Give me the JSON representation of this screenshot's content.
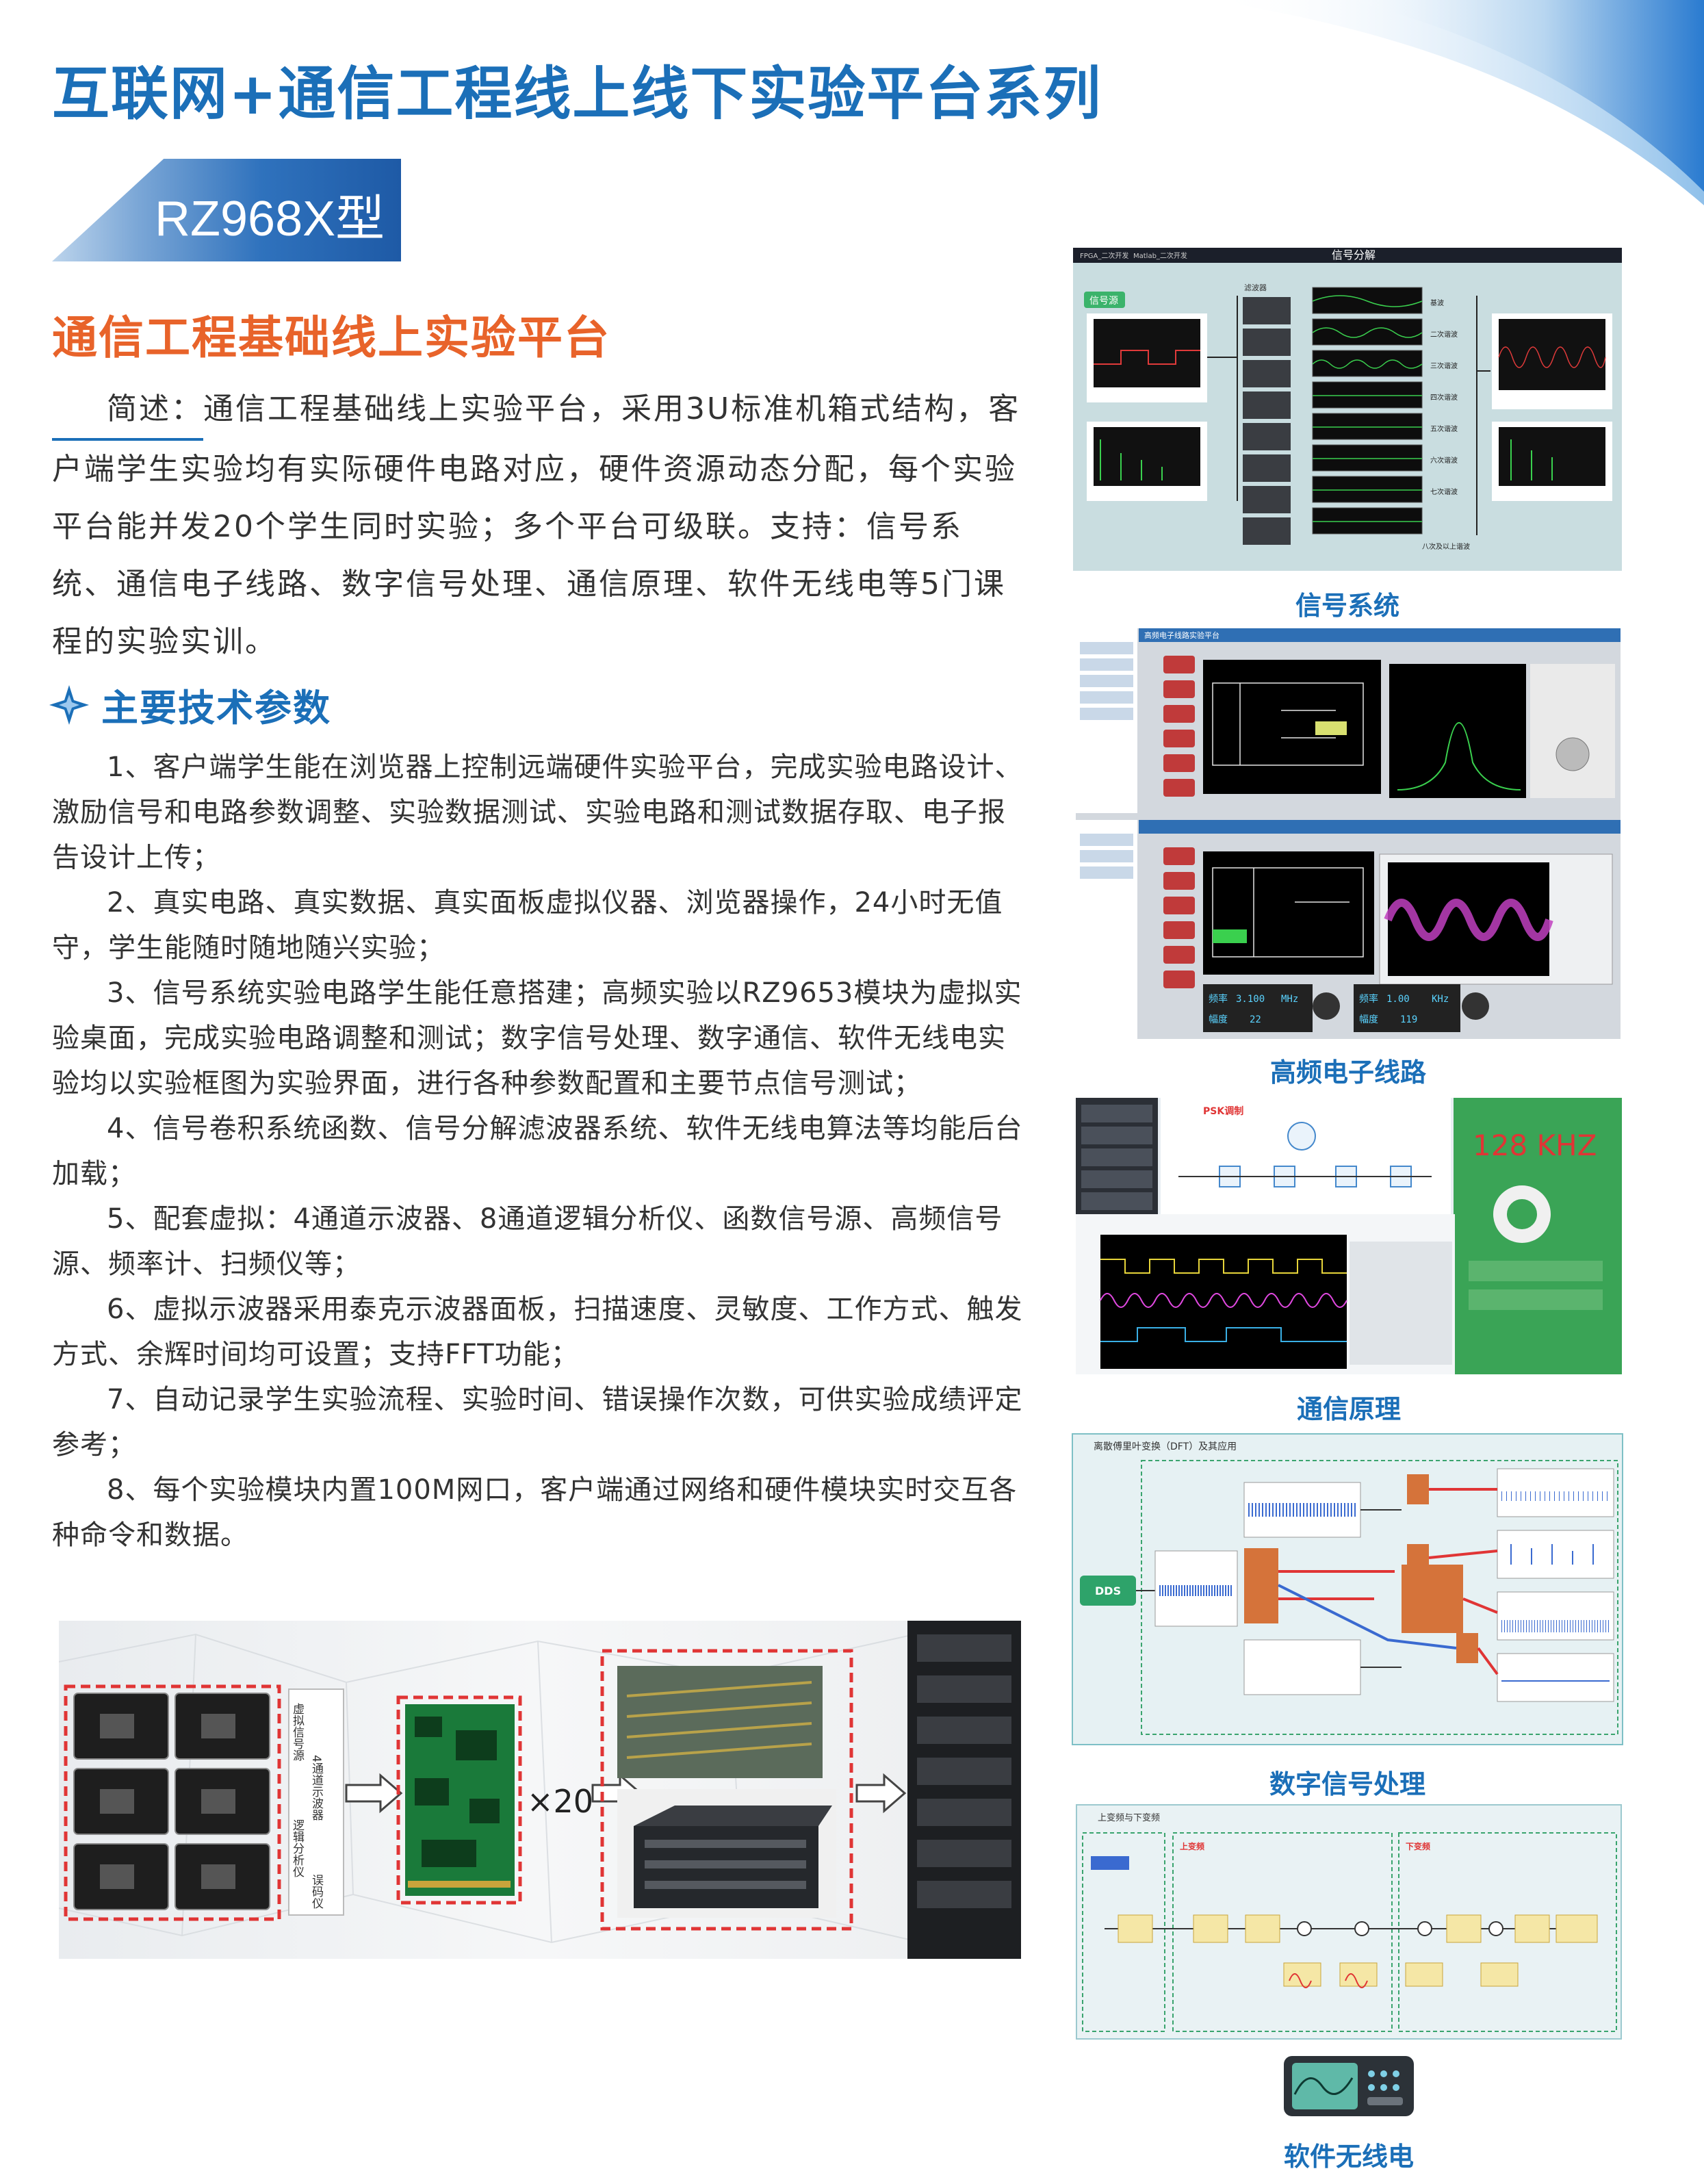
{
  "header": {
    "title": "互联网+通信工程线上线下实验平台系列",
    "model_badge": "RZ968X型"
  },
  "section": {
    "title": "通信工程基础线上实验平台",
    "summary_label": "简述：",
    "summary_text": "通信工程基础线上实验平台，采用3U标准机箱式结构，客户端学生实验均有实际硬件电路对应，硬件资源动态分配，每个实验平台能并发20个学生同时实验；多个平台可级联。支持：信号系统、通信电子线路、数字信号处理、通信原理、软件无线电等5门课程的实验实训。"
  },
  "params": {
    "heading": "主要技术参数",
    "items": [
      "1、客户端学生能在浏览器上控制远端硬件实验平台，完成实验电路设计、激励信号和电路参数调整、实验数据测试、实验电路和测试数据存取、电子报告设计上传；",
      "2、真实电路、真实数据、真实面板虚拟仪器、浏览器操作，24小时无值守，学生能随时随地随兴实验；",
      "3、信号系统实验电路学生能任意搭建；高频实验以RZ9653模块为虚拟实验桌面，完成实验电路调整和测试；数字信号处理、数字通信、软件无线电实验均以实验框图为实验界面，进行各种参数配置和主要节点信号测试；",
      "4、信号卷积系统函数、信号分解滤波器系统、软件无线电算法等均能后台加载；",
      "5、配套虚拟：4通道示波器、8通道逻辑分析仪、函数信号源、高频信号源、频率计、扫频仪等；",
      "6、虚拟示波器采用泰克示波器面板，扫描速度、灵敏度、工作方式、触发方式、余辉时间均可设置；支持FFT功能；",
      "7、自动记录学生实验流程、实验时间、错误操作次数，可供实验成绩评定参考；",
      "8、每个实验模块内置100M网口，客户端通过网络和硬件模块实时交互各种命令和数据。"
    ]
  },
  "hardware": {
    "instruments": [
      "虚拟信号源",
      "4通道示波器",
      "逻辑分析仪",
      "误码仪"
    ],
    "multiplier": "×20"
  },
  "screens": {
    "signal": {
      "title": "信号分解",
      "tabs": [
        "FPGA_二次开发",
        "Matlab_二次开发"
      ],
      "source_label": "信号源",
      "filter_label": "滤波器",
      "branches": [
        "基波",
        "二次谐波",
        "三次谐波",
        "四次谐波",
        "五次谐波",
        "六次谐波",
        "七次谐波",
        "八次及以上谐波"
      ],
      "caption": "信号系统"
    },
    "hf": {
      "platform_label": "高频电子线路实验平台",
      "freq_label": "频率",
      "freq_value": "3.100",
      "freq_unit": "MHz",
      "amp_label": "幅度",
      "amp_value": "22",
      "freq2_label": "频率",
      "freq2_value": "1.00",
      "freq2_unit": "KHz",
      "amp2_label": "幅度",
      "amp2_value": "119",
      "caption": "高频电子线路"
    },
    "comm": {
      "psk_label": "PSK调制",
      "freq_display": "128 KHZ",
      "caption": "通信原理"
    },
    "dsp": {
      "title": "离散傅里叶变换（DFT）及其应用",
      "dds_label": "DDS",
      "caption": "数字信号处理"
    },
    "sdr": {
      "title": "上变频与下变频",
      "up_label": "上变频",
      "down_label": "下变频",
      "caption": "软件无线电"
    }
  },
  "colors": {
    "title_blue": "#1b6fb8",
    "section_orange": "#e8632a",
    "text": "#333333"
  }
}
